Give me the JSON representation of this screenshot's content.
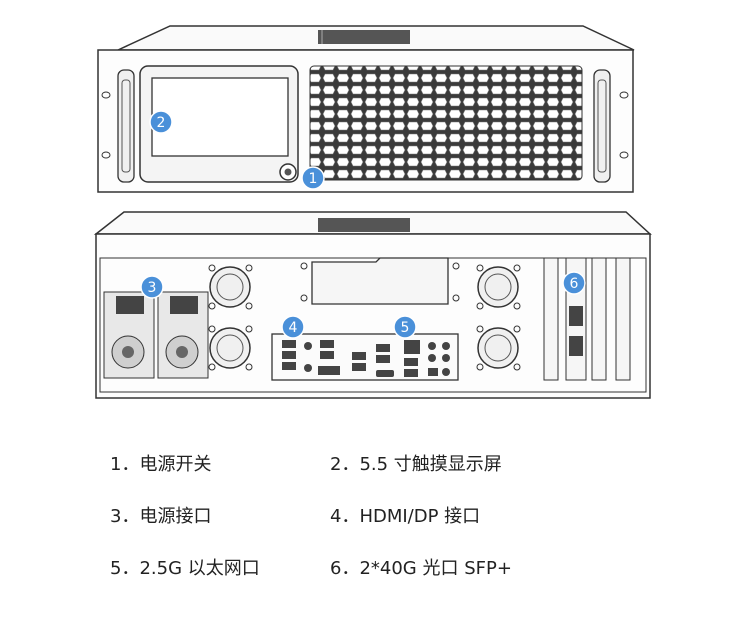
{
  "badges": [
    "1",
    "2",
    "3",
    "4",
    "5",
    "6"
  ],
  "legend": [
    "1．电源开关",
    "2．5.5 寸触摸显示屏",
    "3．电源接口",
    "4．HDMI/DP 接口",
    "5．2.5G 以太网口",
    "6．2*40G 光口 SFP+"
  ],
  "colors": {
    "badge": "#4a90d9",
    "outline": "#333333",
    "fill": "#f4f4f4",
    "dark": "#555555"
  }
}
